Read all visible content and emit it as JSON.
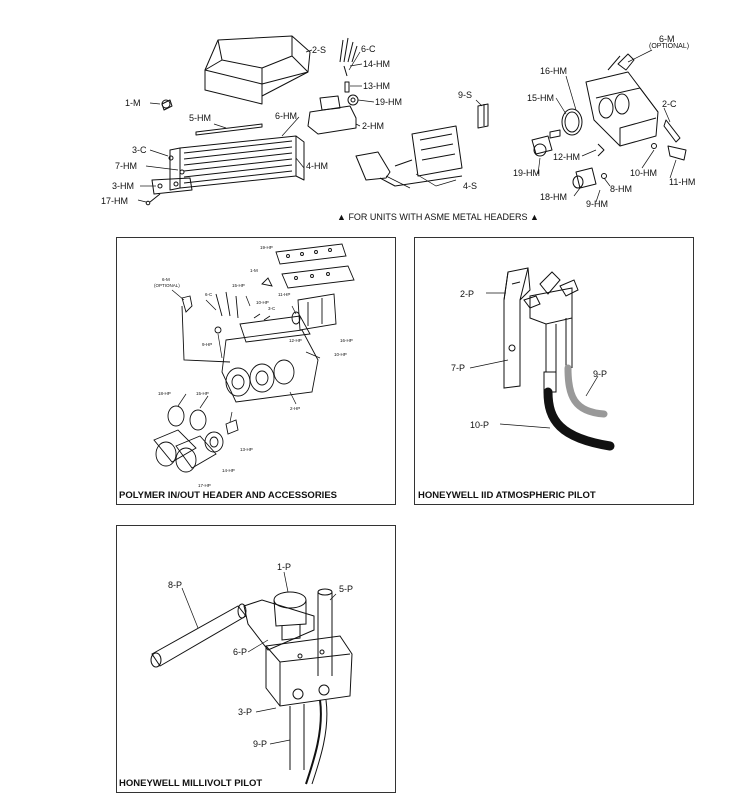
{
  "top": {
    "labels": {
      "s2": "2-S",
      "c6": "6-C",
      "hm14": "14-HM",
      "hm13": "13-HM",
      "m1": "1-M",
      "hm19": "19-HM",
      "hm5": "5-HM",
      "hm6": "6-HM",
      "hm2": "2-HM",
      "c3": "3-C",
      "hm7": "7-HM",
      "hm4": "4-HM",
      "hm3": "3-HM",
      "hm17": "17-HM",
      "s9": "9-S",
      "s4": "4-S",
      "m6": "6-M",
      "optional": "(OPTIONAL)",
      "hm16": "16-HM",
      "hm15": "15-HM",
      "c2": "2-C",
      "hm12": "12-HM",
      "hm19b": "19-HM",
      "hm10": "10-HM",
      "hm11": "11-HM",
      "hm8": "8-HM",
      "hm18": "18-HM",
      "hm9": "9-HM"
    },
    "note": "FOR UNITS WITH ASME METAL HEADERS"
  },
  "polymer": {
    "caption": "POLYMER IN/OUT HEADER AND ACCESSORIES",
    "labels": {
      "hp19": "19-HP",
      "m6": "6-M",
      "optional": "(OPTIONAL)",
      "m1": "1-M",
      "hp11": "11-HP",
      "c6": "6-C",
      "hp15": "15-HP",
      "hp20": "10-HP",
      "c3": "3-C",
      "hp9": "9-HP",
      "hp12": "12-HP",
      "hp16": "16-HP",
      "hp10": "10-HP",
      "hp2": "2-HP",
      "hp18": "18-HP",
      "hp15b": "15-HP",
      "hp13": "13-HP",
      "hp14": "14-HP",
      "hp17": "17-HP"
    }
  },
  "iid": {
    "caption": "HONEYWELL IID ATMOSPHERIC PILOT",
    "labels": {
      "p2": "2-P",
      "p7": "7-P",
      "p9": "9-P",
      "p10": "10-P"
    }
  },
  "millivolt": {
    "caption": "HONEYWELL MILLIVOLT PILOT",
    "labels": {
      "p1": "1-P",
      "p8": "8-P",
      "p5": "5-P",
      "p6": "6-P",
      "p3": "3-P",
      "p9": "9-P"
    }
  }
}
